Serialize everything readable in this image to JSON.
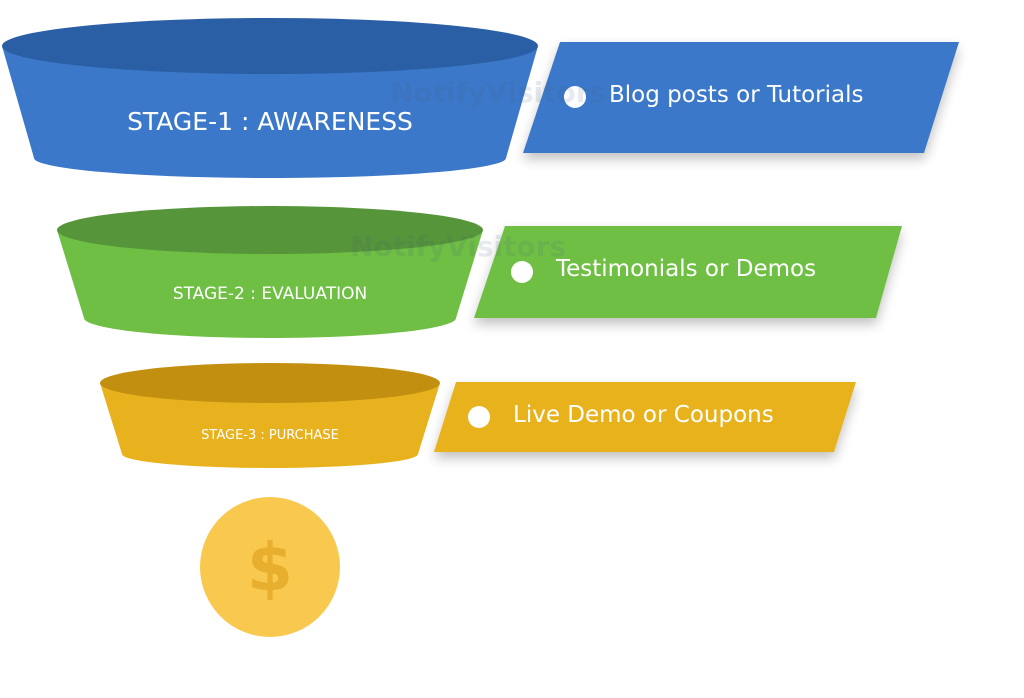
{
  "stages": [
    {
      "label": "STAGE-1 : AWARENESS",
      "tactic": "Blog posts or Tutorials",
      "color": "#3b78c9",
      "top_color": "#2b5fa5"
    },
    {
      "label": "STAGE-2 : EVALUATION",
      "tactic": "Testimonials or Demos",
      "color": "#6fbf44",
      "top_color": "#56953a"
    },
    {
      "label": "STAGE-3 : PURCHASE",
      "tactic": "Live Demo or Coupons",
      "color": "#e8b21e",
      "top_color": "#c28f10"
    }
  ],
  "coin": {
    "symbol": "$",
    "color": "#f9c84e",
    "symbol_color": "#e8ae2e"
  },
  "watermark": "NotifyVisitors"
}
